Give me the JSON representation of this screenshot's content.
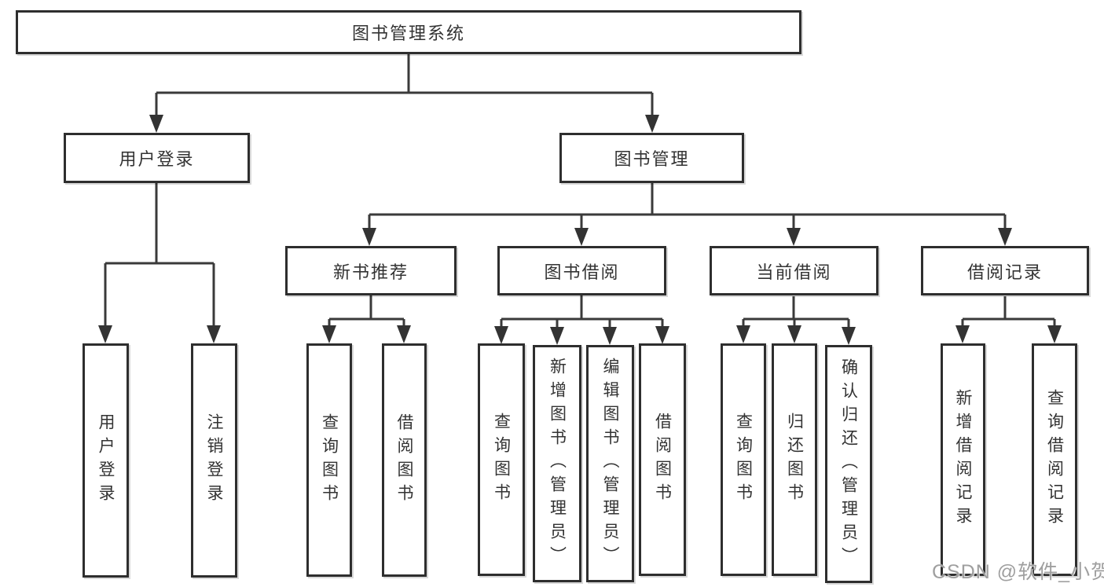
{
  "diagram": {
    "root": {
      "label": "图书管理系统"
    },
    "branches": [
      {
        "label": "用户登录",
        "children": [
          {
            "label": "用户登录"
          },
          {
            "label": "注销登录"
          }
        ]
      },
      {
        "label": "图书管理",
        "children": [
          {
            "label": "新书推荐",
            "children": [
              {
                "label": "查询图书"
              },
              {
                "label": "借阅图书"
              }
            ]
          },
          {
            "label": "图书借阅",
            "children": [
              {
                "label": "查询图书"
              },
              {
                "label": "新增图书（管理员）"
              },
              {
                "label": "编辑图书（管理员）"
              },
              {
                "label": "借阅图书"
              }
            ]
          },
          {
            "label": "当前借阅",
            "children": [
              {
                "label": "查询图书"
              },
              {
                "label": "归还图书"
              },
              {
                "label": "确认归还（管理员）"
              }
            ]
          },
          {
            "label": "借阅记录",
            "children": [
              {
                "label": "新增借阅记录"
              },
              {
                "label": "查询借阅记录"
              }
            ]
          }
        ]
      }
    ]
  },
  "watermark": {
    "text": "CSDN @软件_小贺同学"
  },
  "colors": {
    "line": "#3a3a3a",
    "box_border": "#2e2e2e",
    "text": "#333333",
    "watermark": "#9f9f9f",
    "background": "#ffffff"
  }
}
